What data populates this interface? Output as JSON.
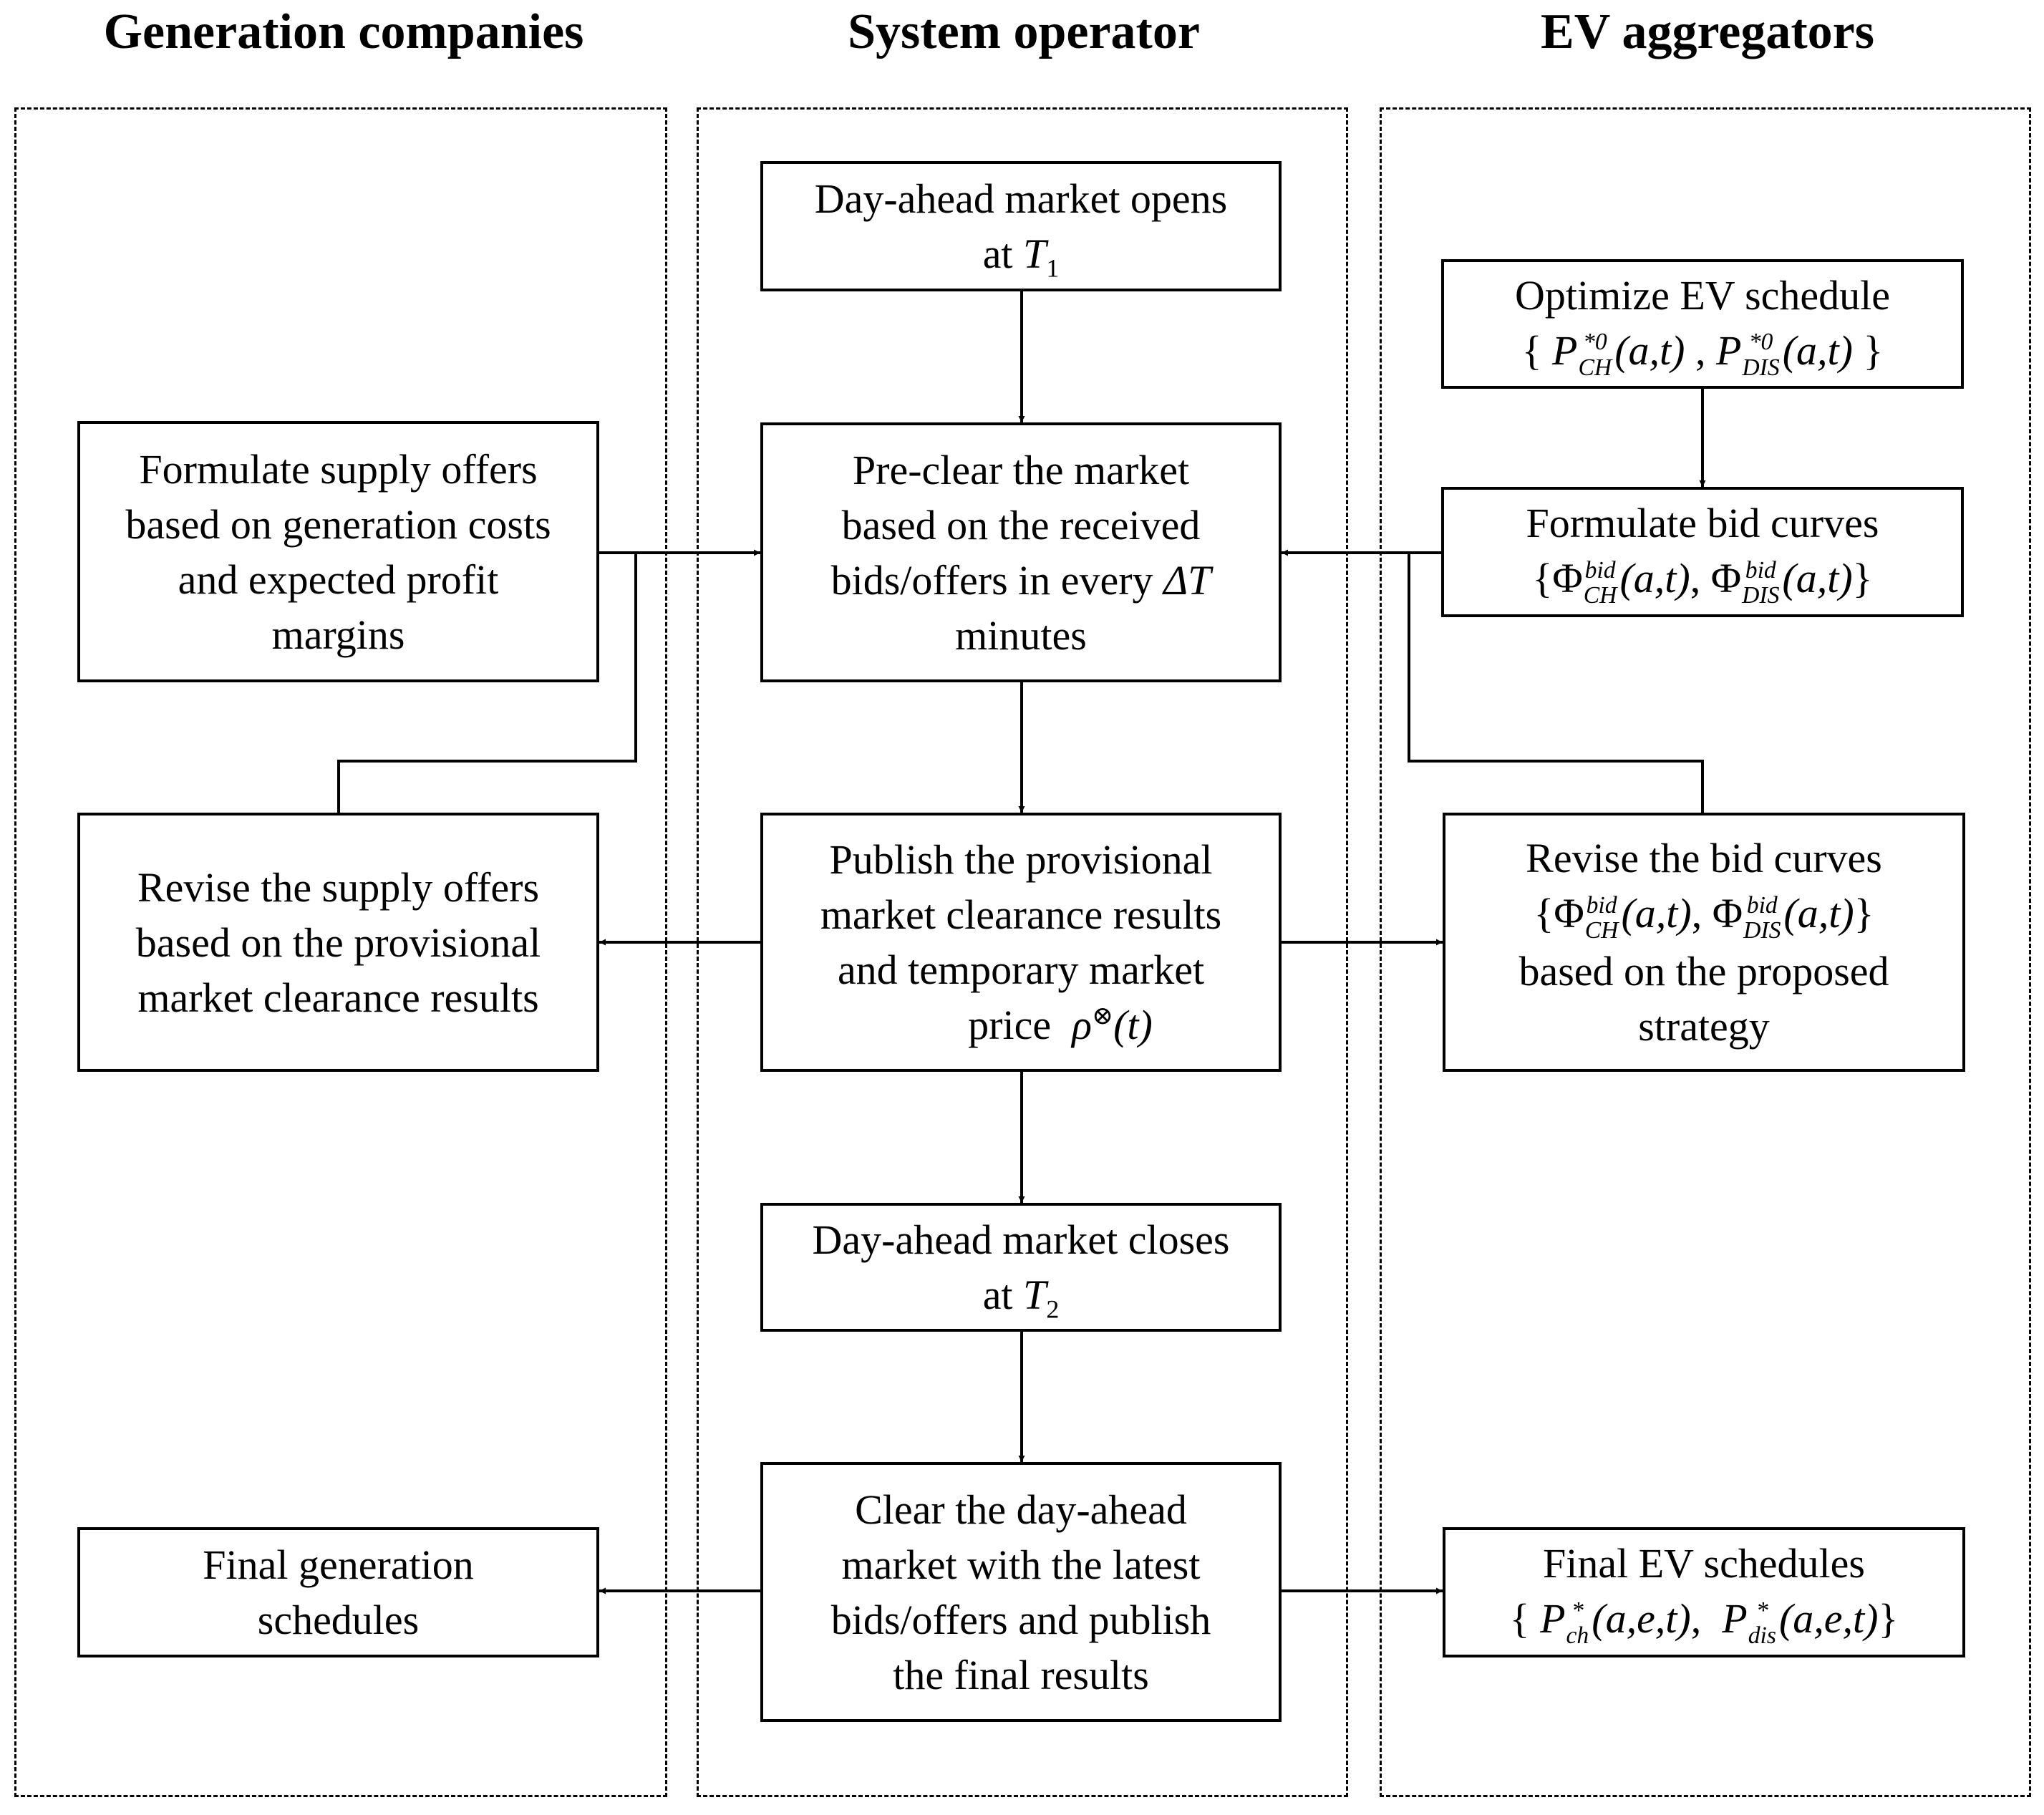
{
  "lanes": {
    "gen": {
      "title": "Generation companies"
    },
    "so": {
      "title": "System operator"
    },
    "ev": {
      "title": "EV aggregators"
    }
  },
  "so_boxes": {
    "open": {
      "line1": "Day-ahead market opens",
      "prefix": "at",
      "var": "T",
      "sub": "1"
    },
    "preclear": {
      "line1": "Pre-clear the market",
      "line2": "based on the received",
      "line3_text": "bids/offers in every",
      "line3_var": "ΔT",
      "line4": "minutes"
    },
    "publish": {
      "line1": "Publish the provisional",
      "line2": "market clearance results",
      "line3": "and temporary market",
      "line4_text": "price",
      "line4_math": "ρ",
      "line4_sup": "⊗",
      "line4_arg": "(t)"
    },
    "close": {
      "line1": "Day-ahead market closes",
      "prefix": "at",
      "var": "T",
      "sub": "2"
    },
    "clear": {
      "line1": "Clear the day-ahead",
      "line2": "market with the latest",
      "line3": "bids/offers and publish",
      "line4": "the final results"
    }
  },
  "gen_boxes": {
    "formulate": {
      "line1": "Formulate supply offers",
      "line2": "based on generation costs",
      "line3": "and expected profit",
      "line4": "margins"
    },
    "revise": {
      "line1": "Revise the supply offers",
      "line2": "based on the provisional",
      "line3": "market clearance results"
    },
    "final": {
      "line1": "Final generation",
      "line2": "schedules"
    }
  },
  "ev_boxes": {
    "optimize": {
      "line1": "Optimize EV schedule",
      "p": "P",
      "sup": "*0",
      "sub_ch": "CH",
      "sub_dis": "DIS",
      "args": "(a,t)"
    },
    "formulate": {
      "line1": "Formulate bid curves",
      "phi": "Φ",
      "sup": "bid",
      "sub_ch": "CH",
      "sub_dis": "DIS",
      "args": "(a,t)"
    },
    "revise": {
      "line1": "Revise the bid curves",
      "phi": "Φ",
      "sup": "bid",
      "sub_ch": "CH",
      "sub_dis": "DIS",
      "args": "(a,t)",
      "line3": "based on the proposed",
      "line4": "strategy"
    },
    "final": {
      "line1": "Final EV schedules",
      "p": "P",
      "sup": "*",
      "sub_ch": "ch",
      "sub_dis": "dis",
      "args": "(a,e,t)"
    }
  }
}
